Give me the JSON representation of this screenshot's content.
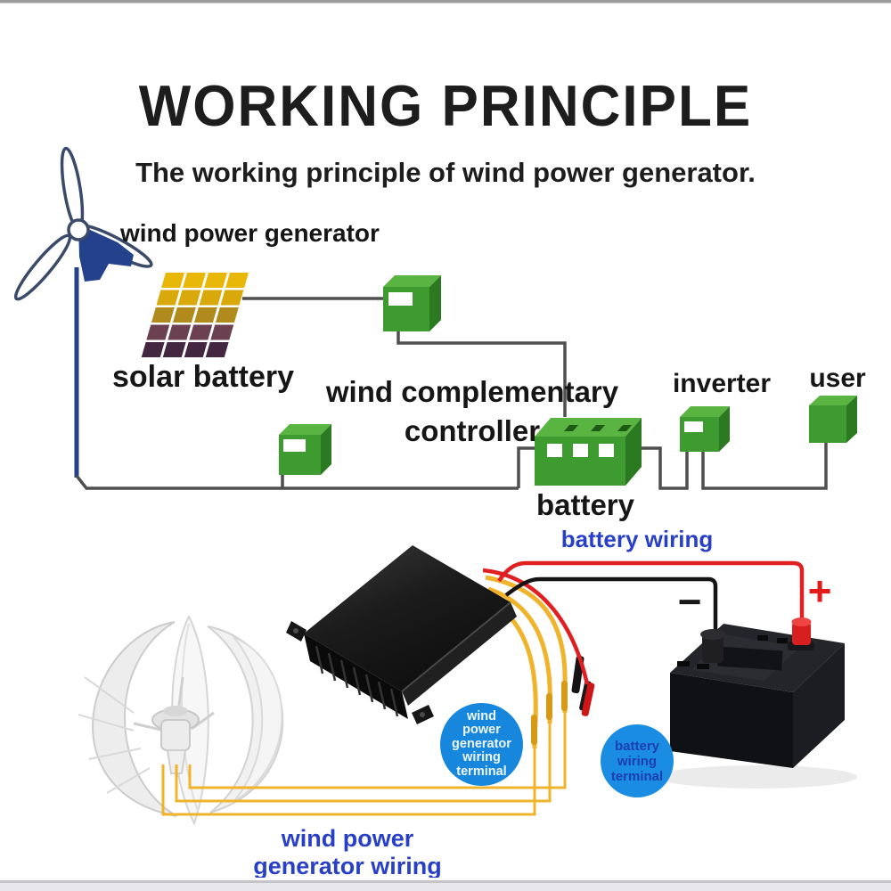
{
  "header": {
    "title": "WORKING PRINCIPLE",
    "subtitle": "The working principle of wind power generator."
  },
  "schematic": {
    "wind_power_generator_label": "wind power generator",
    "solar_battery_label": "solar battery",
    "controller_label_line1": "wind complementary",
    "controller_label_line2": "controller",
    "battery_label": "battery",
    "inverter_label": "inverter",
    "user_label": "user",
    "colors": {
      "box_green": "#3e9b2f",
      "box_green_top": "#5ab442",
      "box_green_side": "#2b7a21",
      "rail_gray": "#4f4f4f",
      "turbine_blue": "#24418c",
      "solar_gold": "#e9b708",
      "solar_dark": "#432640"
    }
  },
  "wiring_photo": {
    "battery_wiring_label": "battery wiring",
    "wind_generator_wiring_line1": "wind power",
    "wind_generator_wiring_line2": "generator wiring",
    "plus_sign": "+",
    "minus_sign": "−",
    "badges": {
      "wind_terminal": {
        "lines": [
          "wind",
          "power",
          "generator",
          "wiring",
          "terminal"
        ]
      },
      "battery_terminal": {
        "lines": [
          "battery",
          "wiring",
          "terminal"
        ]
      }
    },
    "colors": {
      "label_blue": "#2840c8",
      "badge_blue": "#1787dd",
      "badge_text_dark": "#1c3fae",
      "wire_red": "#e02020",
      "wire_yellow": "#efb42c",
      "wire_black": "#141414"
    }
  }
}
